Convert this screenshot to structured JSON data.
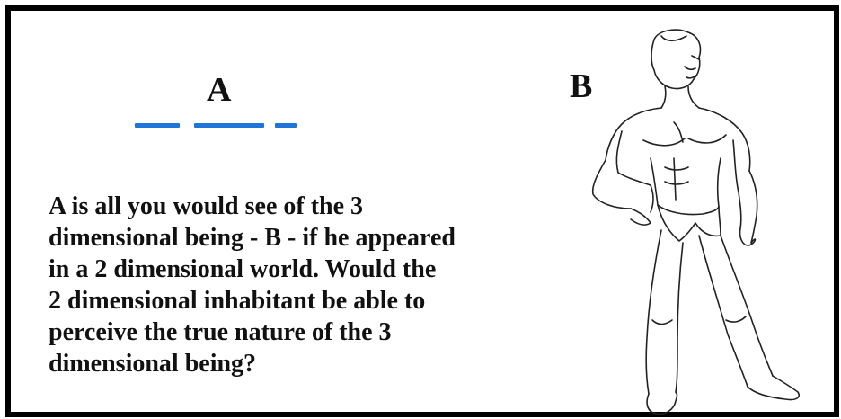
{
  "diagram": {
    "label_a": "A",
    "label_b": "B",
    "caption_lines": [
      "A is all you would see of the 3",
      "dimensional being - B - if he appeared",
      "in a 2 dimensional world.  Would the",
      "2 dimensional inhabitant be able to",
      "perceive the true nature of the 3",
      "dimensional being?"
    ],
    "colors": {
      "border": "#000000",
      "text": "#111111",
      "cross_section": "#1e74d8"
    }
  }
}
